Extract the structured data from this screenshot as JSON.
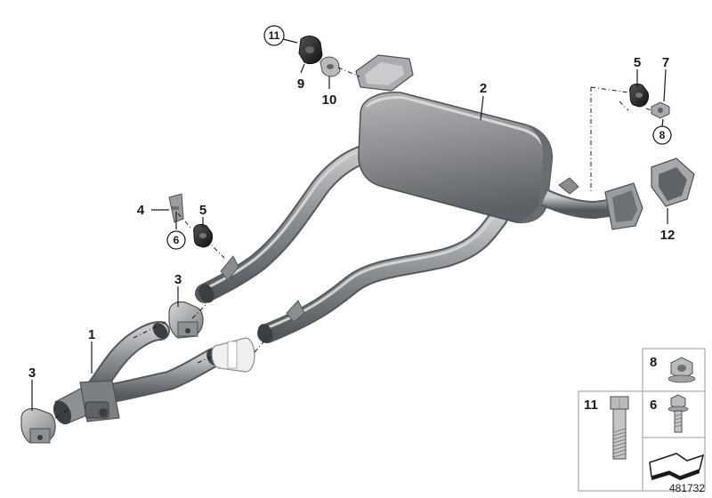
{
  "diagram": {
    "labels": {
      "p1": "1",
      "p2": "2",
      "p3a": "3",
      "p3b": "3",
      "p4": "4",
      "p5a": "5",
      "p5b": "5",
      "p6": "6",
      "p7": "7",
      "p8": "8",
      "p9": "9",
      "p10": "10",
      "p11": "11",
      "p12": "12"
    },
    "legend": {
      "p8": "8",
      "p11": "11",
      "p6": "6"
    },
    "reference_number": "481732"
  },
  "colors": {
    "pipe": "#8a8d90",
    "pipe_dark": "#5f6266",
    "pipe_light": "#c4c6c8",
    "rubber": "#2b2b2b",
    "insulator": "#f2f2f2",
    "line": "#1a1a1a"
  }
}
